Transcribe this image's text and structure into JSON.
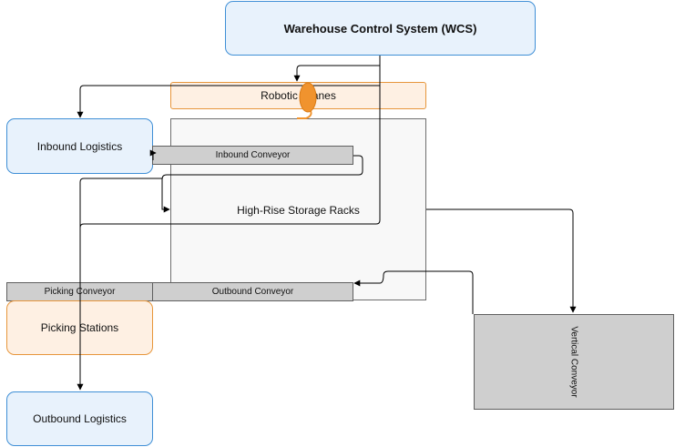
{
  "diagram": {
    "wcs": "Warehouse Control System (WCS)",
    "robotic_cranes": "Robotic Cranes",
    "inbound_logistics": "Inbound Logistics",
    "inbound_conveyor": "Inbound Conveyor",
    "storage_racks": "High-Rise Storage Racks",
    "picking_conveyor": "Picking Conveyor",
    "outbound_conveyor": "Outbound Conveyor",
    "picking_stations": "Picking Stations",
    "outbound_logistics": "Outbound Logistics",
    "vertical_conveyor": "Vertical Conveyor"
  },
  "colors": {
    "blue_fill": "#e8f2fc",
    "blue_stroke": "#3f8fd6",
    "orange_fill": "#fef0e3",
    "orange_stroke": "#e7963b",
    "grey_fill": "#cfcfcf",
    "marker": "#f0932e"
  }
}
